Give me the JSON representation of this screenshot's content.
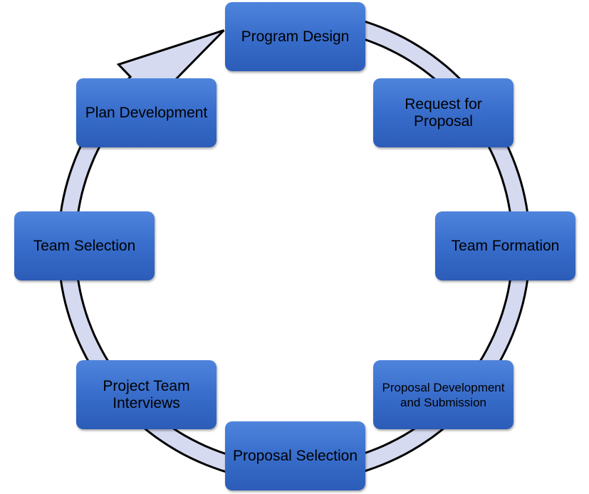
{
  "diagram": {
    "type": "cycle",
    "direction": "clockwise",
    "colors": {
      "box_fill": "#3a6fcd",
      "ring_fill": "#d5daf0",
      "ring_stroke": "#000000",
      "text": "#000000"
    },
    "steps": [
      {
        "label": "Program Design"
      },
      {
        "label": "Request for Proposal"
      },
      {
        "label": "Team Formation"
      },
      {
        "label": "Proposal Development and Submission"
      },
      {
        "label": "Proposal Selection"
      },
      {
        "label": "Project Team Interviews"
      },
      {
        "label": "Team Selection"
      },
      {
        "label": "Plan Development"
      }
    ]
  }
}
